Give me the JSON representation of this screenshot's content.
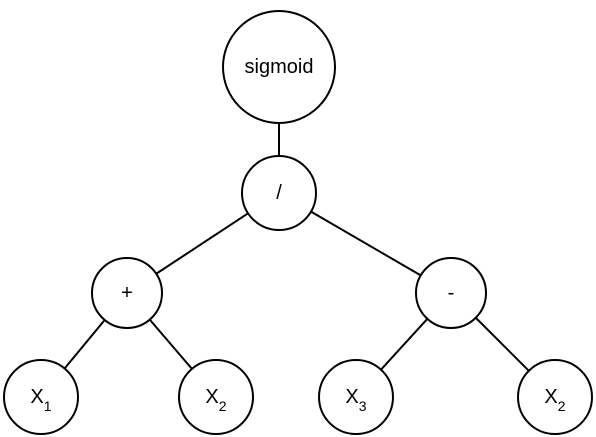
{
  "diagram": {
    "type": "expression-tree",
    "nodes": {
      "root": {
        "label": "sigmoid"
      },
      "div": {
        "label": "/"
      },
      "plus": {
        "label": "+"
      },
      "minus": {
        "label": "-"
      },
      "x1": {
        "label": "X",
        "sub": "1"
      },
      "x2a": {
        "label": "X",
        "sub": "2"
      },
      "x3": {
        "label": "X",
        "sub": "3"
      },
      "x2b": {
        "label": "X",
        "sub": "2"
      }
    },
    "edges": [
      [
        "root",
        "div"
      ],
      [
        "div",
        "plus"
      ],
      [
        "div",
        "minus"
      ],
      [
        "plus",
        "x1"
      ],
      [
        "plus",
        "x2a"
      ],
      [
        "minus",
        "x3"
      ],
      [
        "minus",
        "x2b"
      ]
    ]
  }
}
